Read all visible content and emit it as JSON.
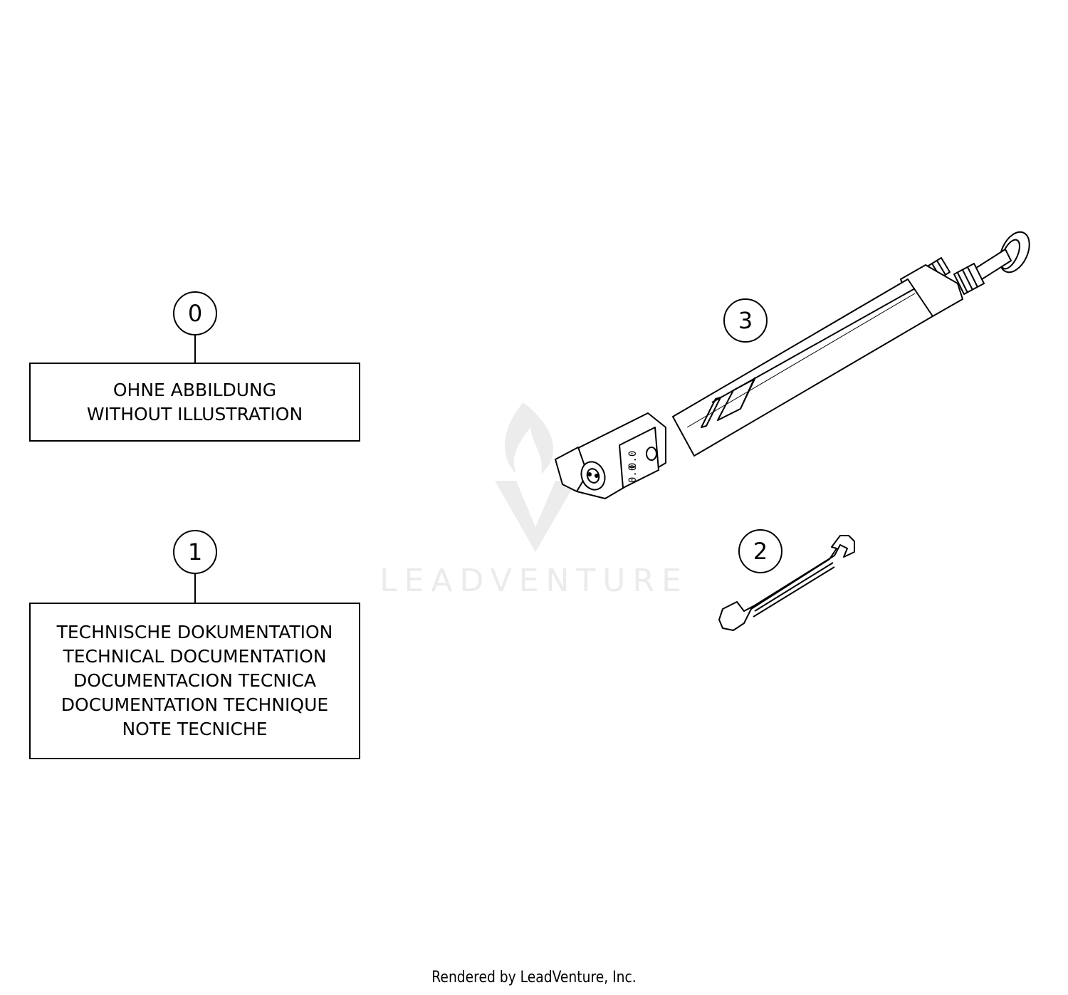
{
  "callouts": {
    "c0": "0",
    "c1": "1",
    "c2": "2",
    "c3": "3"
  },
  "box0": {
    "line1": "OHNE ABBILDUNG",
    "line2": "WITHOUT ILLUSTRATION"
  },
  "box1": {
    "line1": "TECHNISCHE DOKUMENTATION",
    "line2": "TECHNICAL DOCUMENTATION",
    "line3": "DOCUMENTACION TECNICA",
    "line4": "DOCUMENTATION TECHNIQUE",
    "line5": "NOTE TECNICHE"
  },
  "watermark": {
    "text": "LEADVENTURE"
  },
  "footer": {
    "text": "Rendered by LeadVenture, Inc."
  },
  "colors": {
    "line": "#000000",
    "watermark": "#ebebeb",
    "background": "#ffffff"
  }
}
